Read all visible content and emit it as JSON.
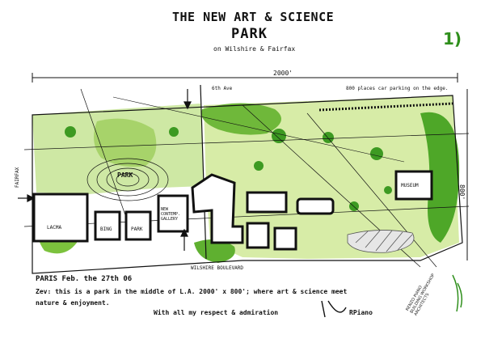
{
  "header": {
    "title_line1": "THE NEW ART & SCIENCE",
    "title_line2": "PARK",
    "title_line3": "on Wilshire & Fairfax",
    "page_number": "1)"
  },
  "dimensions": {
    "length": "2000'",
    "width": "800'",
    "car_parking": "800 places car parking on the edge."
  },
  "streets": {
    "north_road": "6th Ave",
    "west_road": "FAIRFAX",
    "south_road": "WILSHIRE BOULEVARD"
  },
  "buildings": {
    "park_label": "PARK",
    "lacma": "LACMA",
    "hall_a": "BING",
    "hall_b": "PARK",
    "new_contemp": "NEW CONTEMP. GALLERY",
    "east_museum": "MUSEUM"
  },
  "notes": {
    "place_date": "PARIS Feb. the 27th 06",
    "description_line1": "Zev: this is a park in the middle of L.A. 2000' x 800'; where art & science meet",
    "description_line2": "nature & enjoyment.",
    "regards": "With all my respect & admiration"
  },
  "signature_text": "RPiano",
  "stamp_text": "RENZO PIANO BUILDING WORKSHOP ARCHITECTS",
  "colors": {
    "grass": "#9ccc55",
    "tree": "#3d9a22",
    "ink": "#111111",
    "paper": "#ffffff"
  }
}
